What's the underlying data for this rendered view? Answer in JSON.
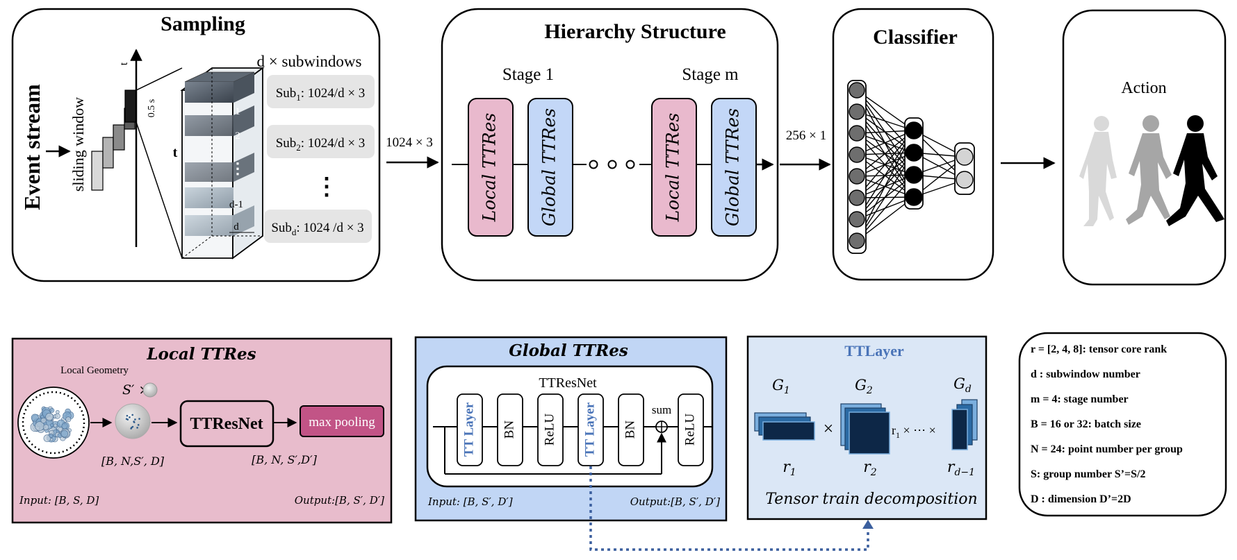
{
  "sampling": {
    "title": "Sampling",
    "event_stream": "Event stream",
    "sliding_window": "sliding window",
    "axis_t": "t",
    "window_len": "0.5 s",
    "cube_t": "t",
    "slice_labels": [
      "1",
      "2",
      "⋮",
      "d-1",
      "d"
    ],
    "subwindows_header": "d × subwindows",
    "sub1_base": "Sub",
    "sub1_idx": "1",
    "sub1_rest": ": 1024/d × 3",
    "sub2_base": "Sub",
    "sub2_idx": "2",
    "sub2_rest": ": 1024/d × 3",
    "vdots": "⋮",
    "subd_base": "Sub",
    "subd_idx": "d",
    "subd_rest": ": 1024 /d × 3"
  },
  "flow": {
    "dim_in": "1024 × 3",
    "dim_out": "256 × 1"
  },
  "hierarchy": {
    "title": "Hierarchy Structure",
    "stage1": "Stage 1",
    "stagem": "Stage m",
    "local_label": "Local TTRes",
    "global_label": "Global TTRes"
  },
  "classifier": {
    "title": "Classifier"
  },
  "action": {
    "title": "Action"
  },
  "local_ttres": {
    "title": "Local TTRes",
    "local_geometry": "Local Geometry",
    "s_prime_times": "S′ ×",
    "ttresnet": "TTResNet",
    "max_pooling": "max pooling",
    "shape1": "[B, N,S′, D]",
    "shape2": "[B, N, S′,D′]",
    "input": "Input: [B, S, D]",
    "output": "Output:[B, S′, D′]"
  },
  "global_ttres": {
    "title": "Global TTRes",
    "ttresnet": "TTResNet",
    "blocks": [
      "TT Layer",
      "BN",
      "ReLU",
      "TT Layer",
      "BN",
      "ReLU"
    ],
    "sum": "sum",
    "input": "Input: [B, S′, D′]",
    "output": "Output:[B, S′, D′]"
  },
  "ttlayer": {
    "title": "TTLayer",
    "g1": "G",
    "g1_sub": "1",
    "g2": "G",
    "g2_sub": "2",
    "gd": "G",
    "gd_sub": "d",
    "r1": "r",
    "r1_sub": "1",
    "r2": "r",
    "r2_sub": "2",
    "rd": "r",
    "rd_sub": "d−1",
    "times": "×",
    "mid_r": "r",
    "mid_r_sub": "1",
    "mid_rest": " × ⋯ ×",
    "caption": "Tensor train decomposition"
  },
  "legend": {
    "items": [
      "r  = [2, 4, 8]: tensor core rank",
      "d : subwindow number",
      "m = 4: stage number",
      "B = 16 or 32: batch size",
      "N = 24: point number per group",
      "S: group number  S’=S/2",
      "D : dimension  D’=2D"
    ]
  },
  "colors": {
    "local_fill": "#e8bccc",
    "local_block": "#e9b9cd",
    "global_fill": "#c1d6f5",
    "global_block": "#c3d7f7",
    "ttlayer_fill": "#dbe7f6",
    "max_pool": "#c25486",
    "tt_blue": "#4a74b8",
    "dark_core": "#0d2747",
    "mid_core": "#2b6aa4",
    "light_core": "#7aaede"
  }
}
